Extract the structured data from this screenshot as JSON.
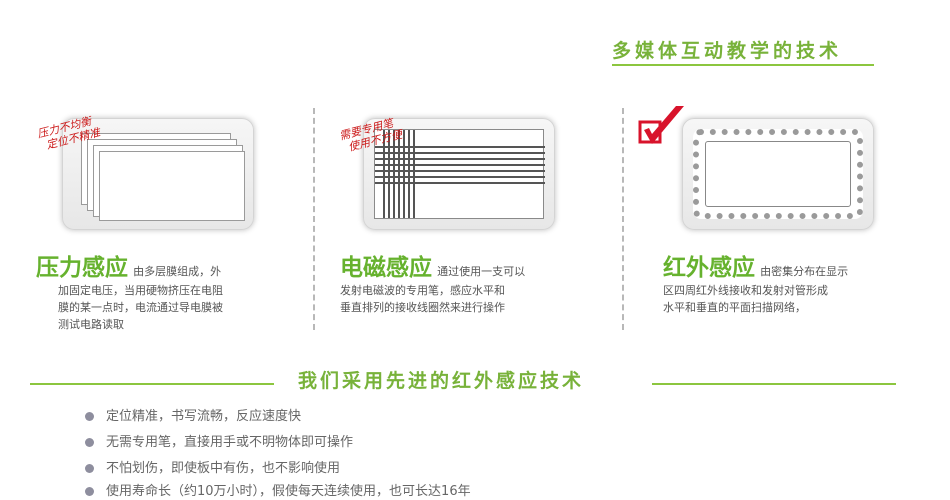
{
  "header": {
    "title": "多媒体互动教学的技术"
  },
  "sections": [
    {
      "note": [
        "压力不均衡",
        "定位不精准"
      ],
      "title": "压力感应",
      "desc_first": "由多层膜组成，外",
      "desc_rest": [
        "加固定电压，当用硬物挤压在电阻",
        "膜的某一点时，电流通过导电膜被",
        "测试电路读取"
      ]
    },
    {
      "note": [
        "需要专用笔",
        "使用不方便"
      ],
      "title": "电磁感应",
      "desc_first": "通过使用一支可以",
      "desc_rest": [
        "发射电磁波的专用笔，感应水平和",
        "垂直排列的接收线圈然来进行操作"
      ]
    },
    {
      "title": "红外感应",
      "desc_first": "由密集分布在显示",
      "desc_rest": [
        "区四周红外线接收和发射对管形成",
        "水平和垂直的平面扫描网络，"
      ]
    }
  ],
  "bottom": {
    "title": "我们采用先进的红外感应技术",
    "features": [
      "定位精准，书写流畅，反应速度快",
      "无需专用笔，直接用手或不明物体即可操作",
      "不怕划伤，即使板中有伤，也不影响使用",
      "使用寿命长（约10万小时），假使每天连续使用，也可长达16年"
    ]
  },
  "colors": {
    "accent": "#78b23a",
    "line": "#8cc63f",
    "note": "#cc1a1a",
    "checkmark": "#d8132b"
  },
  "icons": [
    "checkmark-icon"
  ]
}
